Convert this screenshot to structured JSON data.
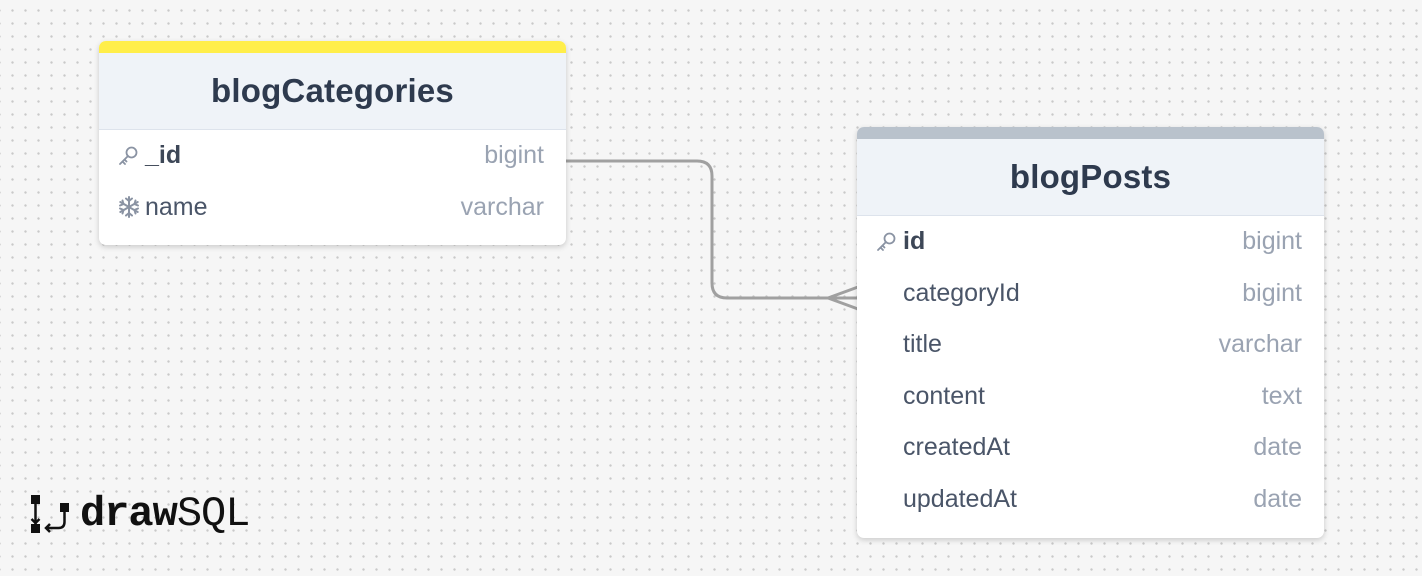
{
  "diagram": {
    "colors": {
      "categories_accent": "#ffee4a",
      "posts_accent": "#b9c2cc",
      "connector": "#a0a0a0"
    },
    "tables": [
      {
        "name": "blogCategories",
        "columns": [
          {
            "name": "_id",
            "type": "bigint",
            "icon": "key-icon",
            "primary": true
          },
          {
            "name": "name",
            "type": "varchar",
            "icon": "snowflake-icon",
            "primary": false
          }
        ]
      },
      {
        "name": "blogPosts",
        "columns": [
          {
            "name": "id",
            "type": "bigint",
            "icon": "key-icon",
            "primary": true
          },
          {
            "name": "categoryId",
            "type": "bigint",
            "icon": "",
            "primary": false
          },
          {
            "name": "title",
            "type": "varchar",
            "icon": "",
            "primary": false
          },
          {
            "name": "content",
            "type": "text",
            "icon": "",
            "primary": false
          },
          {
            "name": "createdAt",
            "type": "date",
            "icon": "",
            "primary": false
          },
          {
            "name": "updatedAt",
            "type": "date",
            "icon": "",
            "primary": false
          }
        ]
      }
    ],
    "relations": [
      {
        "from": "blogCategories._id",
        "to": "blogPosts.categoryId",
        "cardinality": "one-to-many"
      }
    ]
  },
  "branding": {
    "logo_bold": "draw",
    "logo_light": "SQL"
  }
}
